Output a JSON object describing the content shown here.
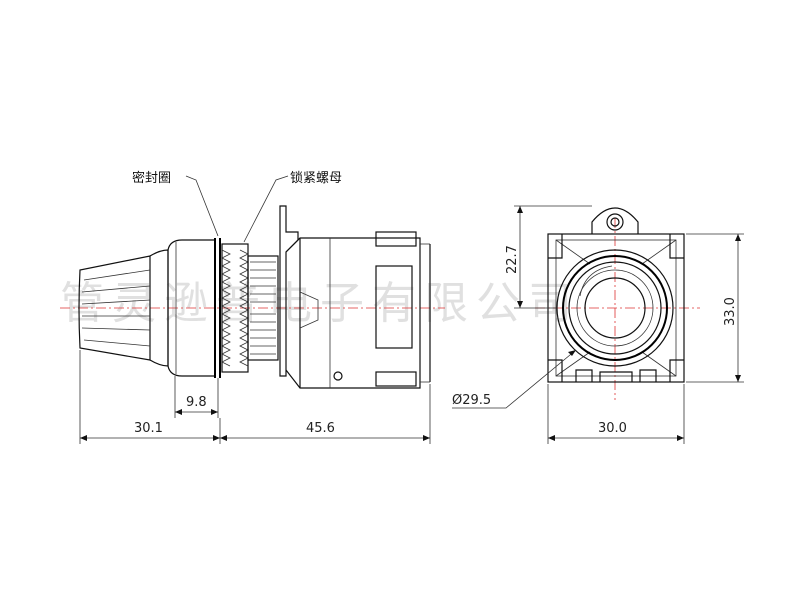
{
  "labels": {
    "seal_ring": "密封圈",
    "lock_nut": "锁紧螺母"
  },
  "dimensions": {
    "knob_length": "30.1",
    "body_length": "45.6",
    "bezel_depth": "9.8",
    "front_width": "30.0",
    "front_height": "33.0",
    "top_offset": "22.7",
    "bezel_diameter": "Ø29.5"
  },
  "watermark": "管灵逊普电子有限公司",
  "colors": {
    "line": "#111111",
    "centerline": "#dd3333",
    "watermark": "#c8c8c8"
  }
}
